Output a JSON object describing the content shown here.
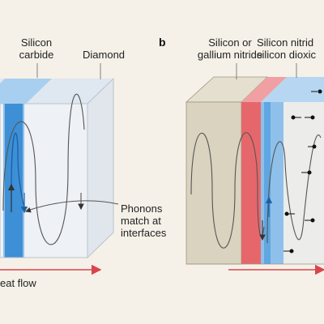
{
  "panel_a": {
    "labels": {
      "silicon_carbide": [
        "Silicon",
        "carbide"
      ],
      "diamond": "Diamond",
      "phonons": [
        "Phonons",
        "match at",
        "interfaces"
      ],
      "heat_flow": "eat flow"
    },
    "colors": {
      "silicon_carbide": "#8fc0ea",
      "diamond": "#e8eef5",
      "accent_blue": "#3d8fd6"
    }
  },
  "panel_b": {
    "letter": "b",
    "labels": {
      "silicon_or_gan": [
        "Silicon or",
        "gallium nitride"
      ],
      "sin_sio2": [
        "Silicon nitrid",
        "silicon dioxic"
      ]
    },
    "colors": {
      "substrate": "#d9d3bf",
      "red_layer": "#e6676b",
      "blue_layer": "#8fc0ea",
      "side": "#ececeb"
    }
  },
  "colors": {
    "arrow_red": "#d9454b",
    "wave": "#555555",
    "dot": "#111111"
  }
}
